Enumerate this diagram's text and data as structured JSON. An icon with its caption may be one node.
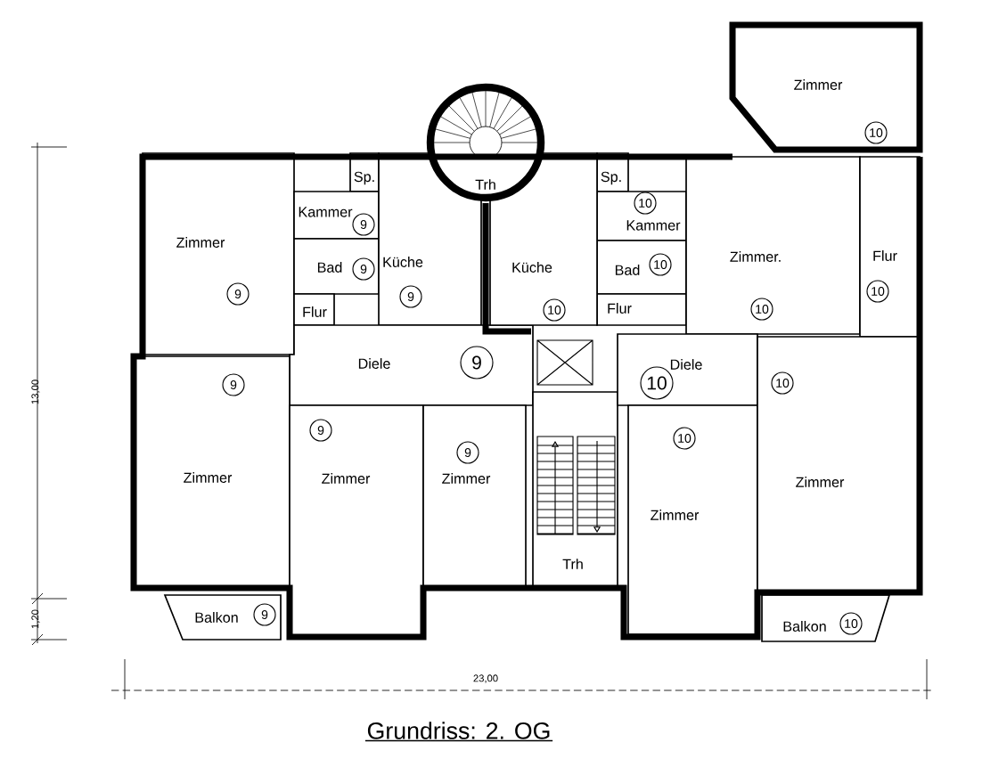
{
  "diagram": {
    "title": "Grundriss: 2. OG",
    "nodes": [
      {
        "text": [
          "Zimmer"
        ]
      },
      {
        "text": [
          "Sp."
        ]
      },
      {
        "text": [
          "Kammer"
        ]
      },
      {
        "text": [
          "Bad"
        ]
      },
      {
        "text": [
          "Flur"
        ]
      },
      {
        "text": [
          "Küche"
        ]
      },
      {
        "text": [
          "Diele"
        ]
      },
      {
        "text": [
          "Zimmer"
        ]
      },
      {
        "text": [
          "Zimmer"
        ]
      },
      {
        "text": [
          "Zimmer"
        ]
      },
      {
        "text": [
          "Balkon"
        ]
      },
      {
        "text": [
          "Trh"
        ]
      },
      {
        "text": [
          "Trh"
        ]
      },
      {
        "text": [
          "Zimmer"
        ]
      },
      {
        "text": [
          "Sp."
        ]
      },
      {
        "text": [
          "Kammer"
        ]
      },
      {
        "text": [
          "Bad"
        ]
      },
      {
        "text": [
          "Flur"
        ]
      },
      {
        "text": [
          "Küche"
        ]
      },
      {
        "text": [
          "Zimmer."
        ]
      },
      {
        "text": [
          "Flur"
        ]
      },
      {
        "text": [
          "Diele"
        ]
      },
      {
        "text": [
          "Zimmer"
        ]
      },
      {
        "text": [
          "Zimmer"
        ]
      },
      {
        "text": [
          "Balkon"
        ]
      },
      {
        "text": [
          "9"
        ],
        "in": 0
      },
      {
        "text": [
          "9"
        ],
        "in": 2
      },
      {
        "text": [
          "9"
        ],
        "in": 3
      },
      {
        "text": [
          "9"
        ],
        "in": 5
      },
      {
        "text": [
          "9"
        ],
        "in": 6
      },
      {
        "text": [
          "9"
        ],
        "in": 7
      },
      {
        "text": [
          "9"
        ],
        "in": 8
      },
      {
        "text": [
          "9"
        ],
        "in": 9
      },
      {
        "text": [
          "9"
        ],
        "in": 10
      },
      {
        "text": [
          "10"
        ],
        "in": 13
      },
      {
        "text": [
          "10"
        ],
        "in": 15
      },
      {
        "text": [
          "10"
        ],
        "in": 16
      },
      {
        "text": [
          "10"
        ],
        "in": 18
      },
      {
        "text": [
          "10"
        ],
        "in": 19
      },
      {
        "text": [
          "10"
        ],
        "in": 20
      },
      {
        "text": [
          "10"
        ],
        "in": 21
      },
      {
        "text": [
          "10"
        ],
        "in": 22
      },
      {
        "text": [
          "10"
        ],
        "in": 23
      },
      {
        "text": [
          "10"
        ],
        "in": 24
      }
    ],
    "labels": [
      "13,00",
      "1,20",
      "23,00"
    ]
  }
}
